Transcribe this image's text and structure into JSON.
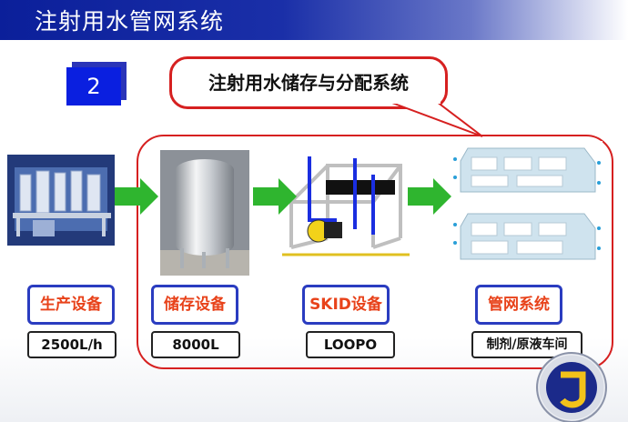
{
  "slide": {
    "title": "注射用水管网系统",
    "section_number": "2",
    "callout_text": "注射用水储存与分配系统"
  },
  "stages": [
    {
      "label": "生产设备",
      "value": "2500L/h"
    },
    {
      "label": "储存设备",
      "value": "8000L"
    },
    {
      "label": "SKID设备",
      "value": "LOOPO"
    },
    {
      "label": "管网系统",
      "value": "制剂/原液车间"
    }
  ],
  "colors": {
    "title_bar": "#0b1f9a",
    "accent_red": "#d62020",
    "label_orange": "#e8421a",
    "label_border": "#2a3cc0",
    "arrow_green": "#2fb52f"
  },
  "icons": {
    "production_equipment": "production-equipment-image",
    "storage_tank": "storage-tank-image",
    "skid": "skid-equipment-image",
    "pipe_network": "pipe-network-image",
    "logo": "company-logo-icon"
  }
}
